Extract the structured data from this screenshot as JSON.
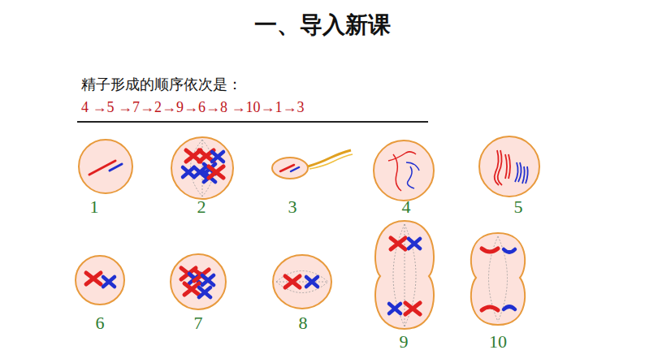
{
  "diagram": {
    "title": "一、导入新课",
    "labels": [
      "精子形成的顺序依次是：",
      "4 →5 →7→2→9→6→8 →10→1→3",
      "1",
      "2",
      "3",
      "4",
      "5",
      "6",
      "7",
      "8",
      "9",
      "10"
    ]
  }
}
